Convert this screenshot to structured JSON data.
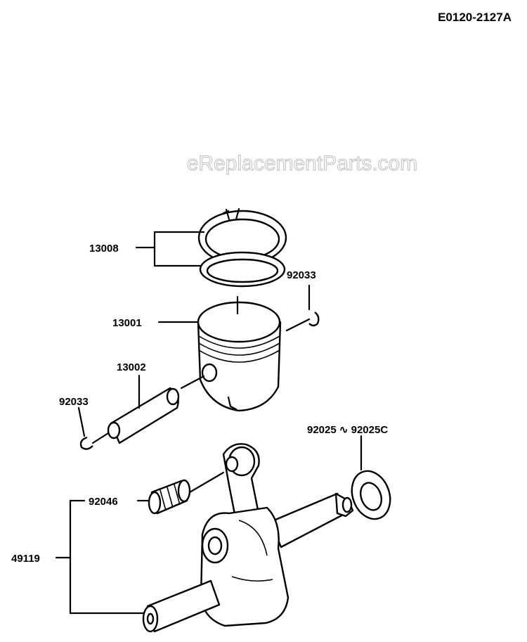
{
  "diagram_code": "E0120-2127A",
  "watermark": "eReplacementParts.com",
  "labels": {
    "piston_ring_set": "13008",
    "circlip_right": "92033",
    "piston": "13001",
    "piston_pin": "13002",
    "circlip_left": "92033",
    "bearing": "92046",
    "crankshaft_assy": "49119",
    "washer_range": "92025 ∿ 92025C"
  }
}
